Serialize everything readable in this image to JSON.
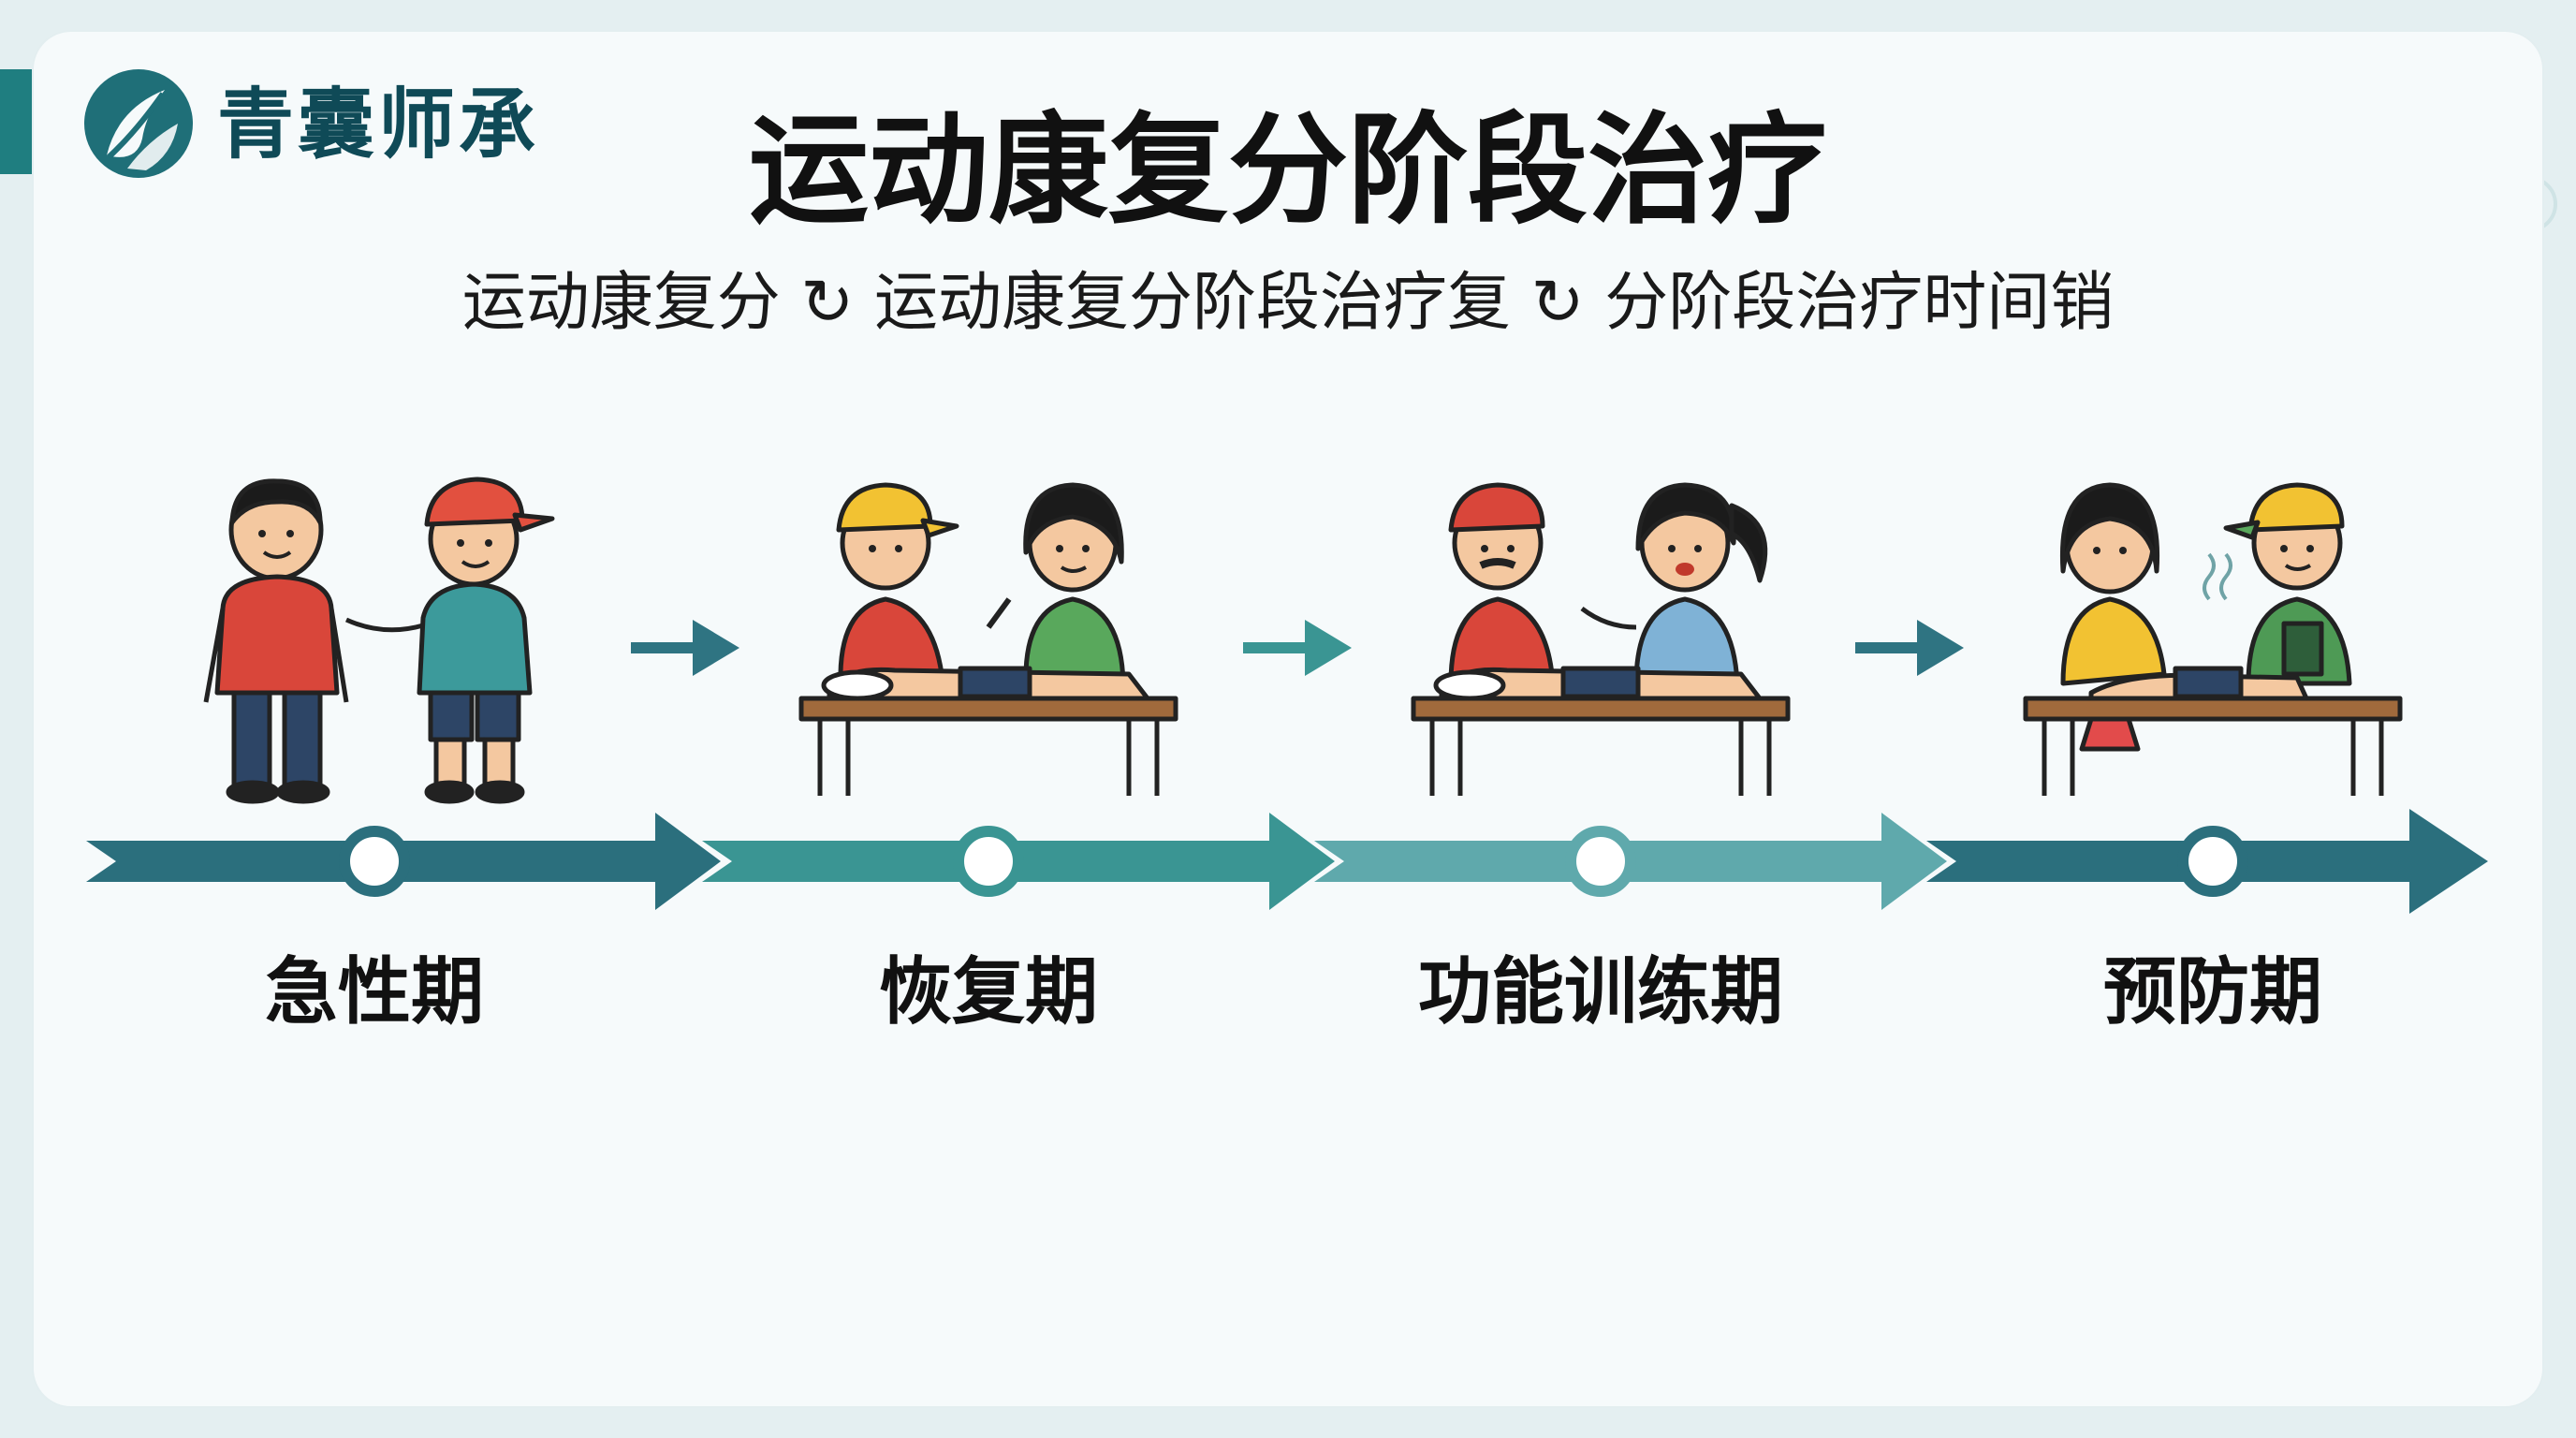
{
  "brand": {
    "name": "青囊师承",
    "logo": "leaf-logo-icon"
  },
  "title": "运动康复分阶段治疗",
  "subtitle": "运动康复分 ↻ 运动康复分阶段治疗复 ↻ 分阶段治疗时间销",
  "stages": [
    {
      "label": "急性期",
      "icon": "consultation-illustration"
    },
    {
      "label": "恢复期",
      "icon": "treatment-table-illustration"
    },
    {
      "label": "功能训练期",
      "icon": "training-table-illustration"
    },
    {
      "label": "预防期",
      "icon": "prevention-table-illustration"
    }
  ],
  "colors": {
    "timeline_dark": "#2b6f7d",
    "timeline_mid": "#3a9593",
    "timeline_light": "#5fa9ac",
    "brand": "#0f4a57",
    "accent": "#1f7e80"
  }
}
